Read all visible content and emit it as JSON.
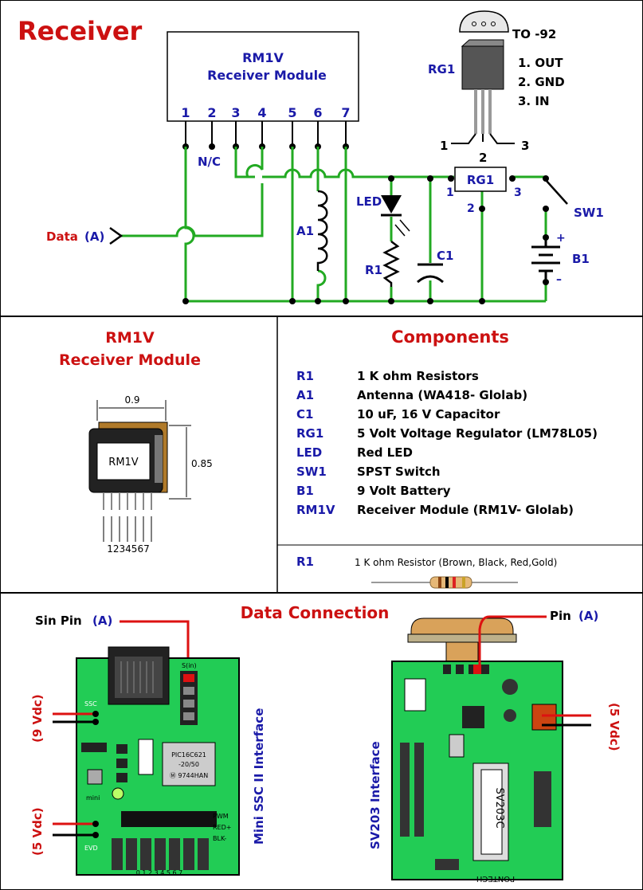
{
  "colors": {
    "red": "#cc1111",
    "blue": "#1a1aa8",
    "wire": "#22aa22",
    "board": "#22cc55",
    "black": "#000000"
  },
  "schematic": {
    "title": "Receiver",
    "module_line1": "RM1V",
    "module_line2": "Receiver  Module",
    "pins": [
      "1",
      "2",
      "3",
      "4",
      "5",
      "6",
      "7"
    ],
    "nc": "N/C",
    "data_label": "Data",
    "data_pin": "(A)",
    "a1": "A1",
    "led": "LED",
    "r1": "R1",
    "c1": "C1",
    "rg1": "RG1",
    "rg1_pin1": "1",
    "rg1_pin2": "2",
    "rg1_pin3": "3",
    "sw1": "SW1",
    "b1": "B1",
    "plus": "+",
    "minus": "–",
    "to92_title": "TO -92",
    "to92_label": "RG1",
    "to92_pins": [
      "1. OUT",
      "2. GND",
      "3. IN"
    ],
    "to92_leg1": "1",
    "to92_leg2": "2",
    "to92_leg3": "3"
  },
  "module_box": {
    "title1": "RM1V",
    "title2": "Receiver  Module",
    "width_dim": "0.9",
    "height_dim": "0.85",
    "chip_label": "RM1V",
    "pin_numbers": "1234567"
  },
  "components": {
    "title": "Components",
    "rows": [
      {
        "ref": "R1",
        "desc": "1 K ohm Resistors"
      },
      {
        "ref": "A1",
        "desc": "Antenna (WA418- Glolab)"
      },
      {
        "ref": "C1",
        "desc": "10 uF, 16 V Capacitor"
      },
      {
        "ref": "RG1",
        "desc": "5 Volt Voltage Regulator (LM78L05)"
      },
      {
        "ref": "LED",
        "desc": "Red LED"
      },
      {
        "ref": "SW1",
        "desc": "SPST Switch"
      },
      {
        "ref": "B1",
        "desc": "9 Volt Battery"
      },
      {
        "ref": "RM1V",
        "desc": "Receiver Module  (RM1V- Glolab)"
      }
    ],
    "resistor_ref": "R1",
    "resistor_desc": "1 K ohm Resistor (Brown, Black, Red,Gold)"
  },
  "data_connection": {
    "title": "Data Connection",
    "sin_pin_label": "Sin Pin",
    "sin_pin_tag": "(A)",
    "pin_label": "Pin",
    "pin_tag": "(A)",
    "left_9vdc": "(9 Vdc)",
    "left_5vdc": "(5 Vdc)",
    "right_5vdc": "(5 Vdc)",
    "ssc_label": "Mini SSC II Interface",
    "sv_label": "SV203  Interface",
    "ssc_chip": "PIC16C621\n-20/50\nⓂ 9744HAN",
    "ssc_chip_l1": "PIC16C621",
    "ssc_chip_l2": "-20/50",
    "ssc_chip_l3": "Ⓜ 9744HAN",
    "ssc_bottom_digits": "0 1 2 3 4 5 6 7",
    "ssc_pwm": "PWM",
    "ssc_red": "RED+",
    "ssc_blk": "BLK-",
    "ssc_ssc": "SSC",
    "ssc_evd": "EVD",
    "ssc_sin": "S(in)",
    "ssc_mini": "mini",
    "sv_chip": "SV203C",
    "sv_brand": "PONTECH"
  }
}
